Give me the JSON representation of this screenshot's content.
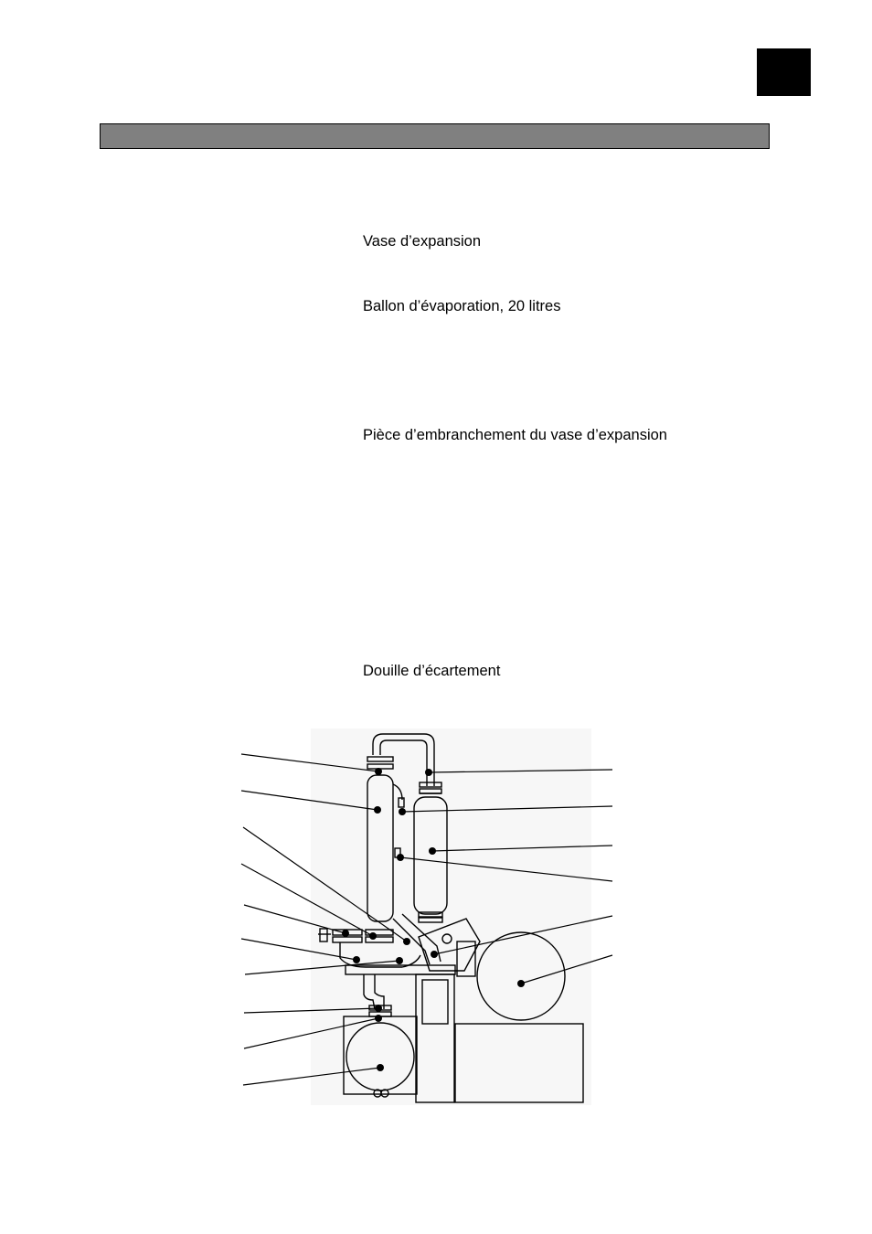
{
  "labels": {
    "expansion_vessel": "Vase d’expansion",
    "evaporation_flask": "Ballon d’évaporation, 20 litres",
    "branch_piece": "Pièce d’embranchement du vase d’expansion",
    "spacer_sleeve": "Douille d’écartement"
  },
  "colors": {
    "header_bar": "#808080",
    "corner_block": "#000000"
  }
}
